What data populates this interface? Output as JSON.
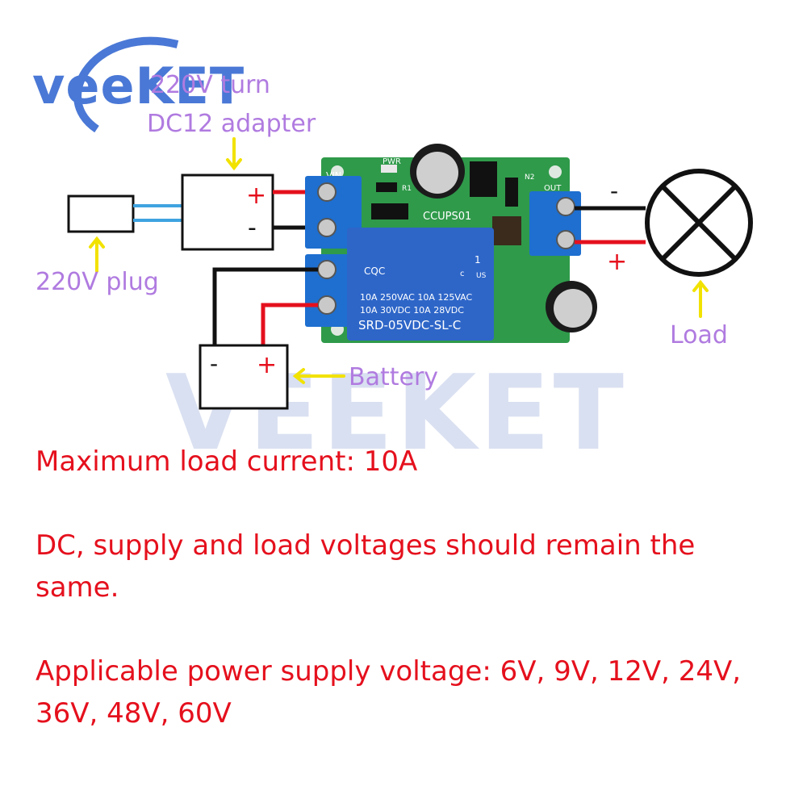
{
  "brand": {
    "logo": "veeKET",
    "watermark": "VEEKET"
  },
  "labels": {
    "adapter_line1": "220V turn",
    "adapter_line2": "DC12 adapter",
    "plug": "220V plug",
    "battery": "Battery",
    "load": "Load"
  },
  "polarity": {
    "plus": "+",
    "minus": "-"
  },
  "board": {
    "name": "CCUPS01",
    "pwr": "PWR",
    "vin": "VIN",
    "out": "OUT",
    "r1": "R1",
    "n2": "N2",
    "relay_line1": "10A 250VAC  10A 125VAC",
    "relay_line2": "10A 30VDC  10A 28VDC",
    "relay_model": "SRD-05VDC-SL-C",
    "cqc": "CQC",
    "ul_num": "1",
    "ul_c": "c",
    "ul_us": "US"
  },
  "specs": {
    "line1": "Maximum load current: 10A",
    "line2": "DC, supply and load voltages should remain the same.",
    "line3": "Applicable power supply voltage: 6V, 9V, 12V, 24V, 36V, 48V, 60V"
  },
  "colors": {
    "label": "#b07be0",
    "spec_text": "#e5101d",
    "wire_red": "#e5101d",
    "wire_black": "#111111",
    "wire_blue": "#3fa3e0",
    "arrow": "#f2e200",
    "pcb": "#2f9a4a",
    "terminal": "#1e6fd0",
    "relay": "#2e66c8",
    "brand": "#4a78d6"
  }
}
